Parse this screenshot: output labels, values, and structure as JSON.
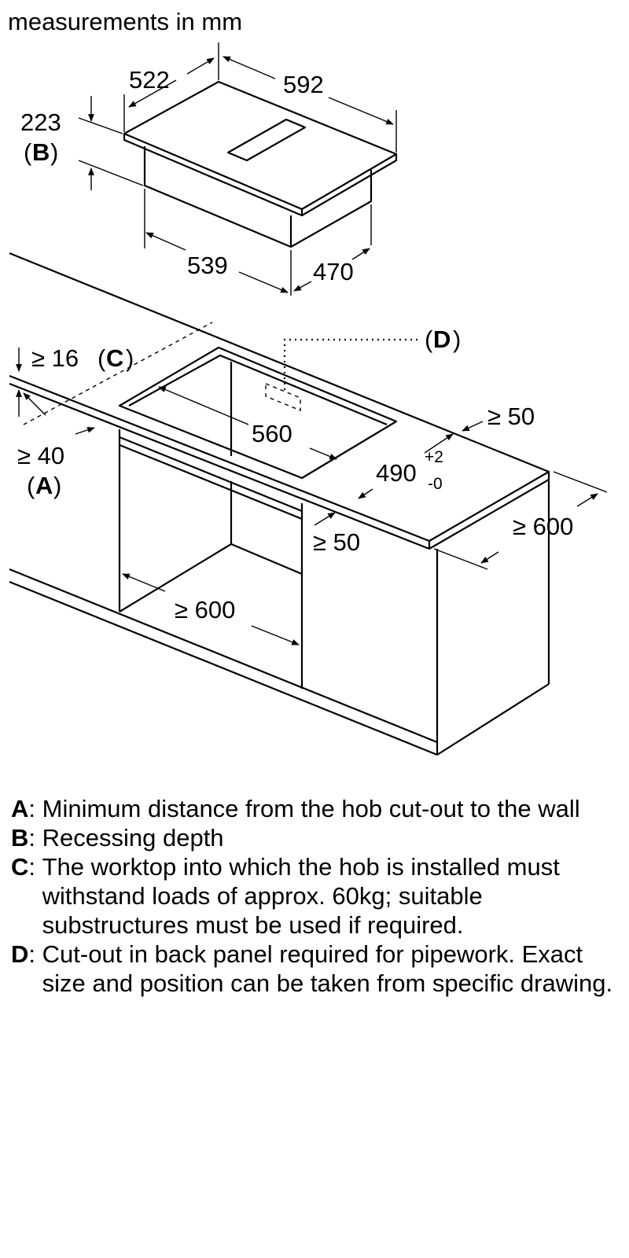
{
  "header": {
    "title": "measurements in mm"
  },
  "hob": {
    "width": "592",
    "depth": "522",
    "height": "223",
    "height_key": "B",
    "body_width": "539",
    "body_depth": "470"
  },
  "cutout": {
    "worktop_thickness": "≥ 16",
    "worktop_key": "C",
    "wall_distance": "≥ 40",
    "wall_key": "A",
    "width": "560",
    "depth": "490",
    "depth_tol_plus": "+2",
    "depth_tol_minus": "-0",
    "back_clearance": "≥ 50",
    "front_clearance": "≥ 50",
    "worktop_depth": "≥ 600",
    "cabinet_width": "≥ 600",
    "back_panel_key": "D"
  },
  "legend": [
    {
      "key": "A",
      "separator": ": ",
      "text": "Minimum distance from the hob cut-out to the wall"
    },
    {
      "key": "B",
      "separator": ": ",
      "text": "Recessing depth"
    },
    {
      "key": "C",
      "separator": ": ",
      "text": "The worktop into which the hob is installed must withstand loads of approx. 60kg; suitable substructures must be used if required."
    },
    {
      "key": "D",
      "separator": ": ",
      "text": "Cut-out in back panel required for pipework. Exact size and position can be taken from specific drawing."
    }
  ]
}
